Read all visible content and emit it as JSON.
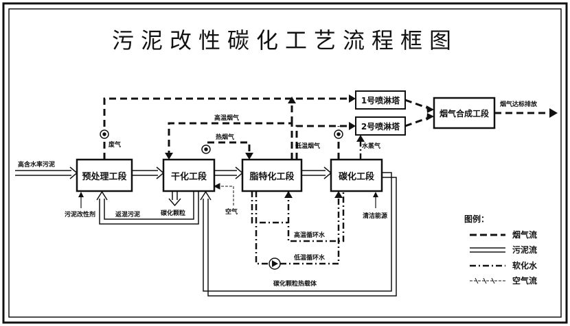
{
  "title": "污泥改性碳化工艺流程框图",
  "boxes": {
    "pretreat": "预处理工段",
    "dry": "干化工段",
    "lipid": "脂特化工段",
    "carbon": "碳化工段",
    "tower1": "1号喷淋塔",
    "tower2": "2号喷淋塔",
    "synth": "烟气合成工段"
  },
  "labels": {
    "sludge_in": "高含水率污泥",
    "modifier": "污泥改性剂",
    "waste_gas": "废气",
    "return_sludge": "返混污泥",
    "carbon_granule": "碳化颗粒",
    "high_temp_gas": "高温烟气",
    "heat_gas": "热烟气",
    "air": "空气",
    "low_temp_gas": "低温烟气",
    "water_vapor": "水蒸气",
    "clean_energy": "清洁能源",
    "high_temp_water": "高温循环水",
    "low_temp_water": "低温循环水",
    "carrier": "碳化颗粒热载体",
    "exhaust": "烟气达标排放"
  },
  "legend": {
    "title": "图例：",
    "gas": "烟气流",
    "sludge": "污泥流",
    "water": "软化水",
    "airflow": "空气流"
  }
}
